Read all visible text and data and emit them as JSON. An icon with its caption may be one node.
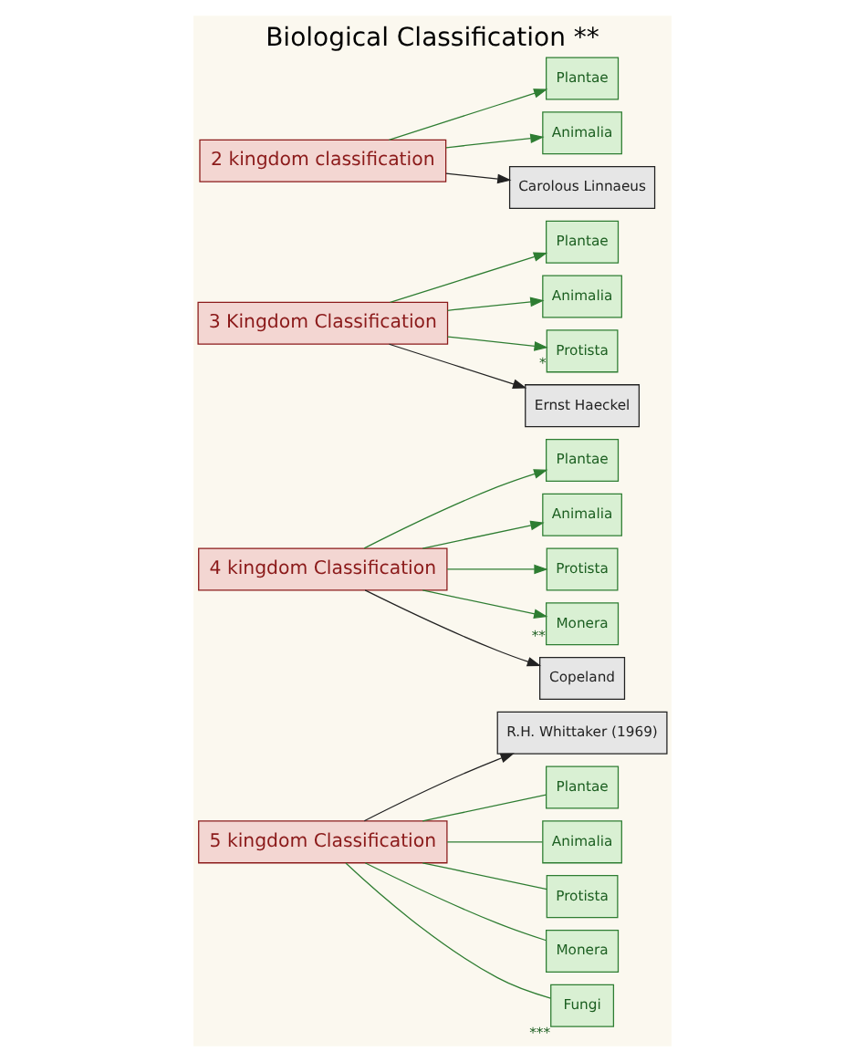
{
  "diagram": {
    "title": "Biological Classification **",
    "nodes": [
      {
        "text": [
          "2 kingdom classification"
        ]
      },
      {
        "text": [
          "Plantae"
        ]
      },
      {
        "text": [
          "Animalia"
        ]
      },
      {
        "text": [
          "Carolous Linnaeus"
        ]
      },
      {
        "text": [
          "3 Kingdom Classification"
        ]
      },
      {
        "text": [
          "Plantae"
        ]
      },
      {
        "text": [
          "Animalia"
        ]
      },
      {
        "text": [
          "Protista"
        ],
        "beside": [
          "*"
        ]
      },
      {
        "text": [
          "Ernst Haeckel"
        ]
      },
      {
        "text": [
          "4 kingdom Classification"
        ]
      },
      {
        "text": [
          "Plantae"
        ]
      },
      {
        "text": [
          "Animalia"
        ]
      },
      {
        "text": [
          "Protista"
        ]
      },
      {
        "text": [
          "Monera"
        ],
        "beside": [
          "**"
        ]
      },
      {
        "text": [
          "Copeland"
        ]
      },
      {
        "text": [
          "5 kingdom Classification"
        ]
      },
      {
        "text": [
          "R.H. Whittaker (1969)"
        ]
      },
      {
        "text": [
          "Plantae"
        ]
      },
      {
        "text": [
          "Animalia"
        ]
      },
      {
        "text": [
          "Protista"
        ]
      },
      {
        "text": [
          "Monera"
        ]
      },
      {
        "text": [
          "Fungi"
        ],
        "beside": [
          "***"
        ]
      }
    ],
    "edges": [
      {
        "from": 0,
        "to": 1,
        "arrow": "to"
      },
      {
        "from": 0,
        "to": 2,
        "arrow": "to"
      },
      {
        "from": 0,
        "to": 3,
        "arrow": "to",
        "color": "#222222"
      },
      {
        "from": 4,
        "to": 5,
        "arrow": "to"
      },
      {
        "from": 4,
        "to": 6,
        "arrow": "to"
      },
      {
        "from": 4,
        "to": 7,
        "arrow": "to"
      },
      {
        "from": 4,
        "to": 8,
        "arrow": "to",
        "color": "#222222"
      },
      {
        "from": 9,
        "to": 10,
        "arrow": "to"
      },
      {
        "from": 9,
        "to": 11,
        "arrow": "to"
      },
      {
        "from": 9,
        "to": 12,
        "arrow": "to"
      },
      {
        "from": 9,
        "to": 13,
        "arrow": "to"
      },
      {
        "from": 9,
        "to": 14,
        "arrow": "to",
        "color": "#222222"
      },
      {
        "from": 15,
        "to": 16,
        "arrow": "to",
        "color": "#222222"
      },
      {
        "from": 15,
        "to": 17,
        "arrow": "none"
      },
      {
        "from": 15,
        "to": 18,
        "arrow": "none"
      },
      {
        "from": 15,
        "to": 19,
        "arrow": "none"
      },
      {
        "from": 15,
        "to": 20,
        "arrow": "none"
      },
      {
        "from": 15,
        "to": 21,
        "arrow": "none"
      }
    ]
  }
}
